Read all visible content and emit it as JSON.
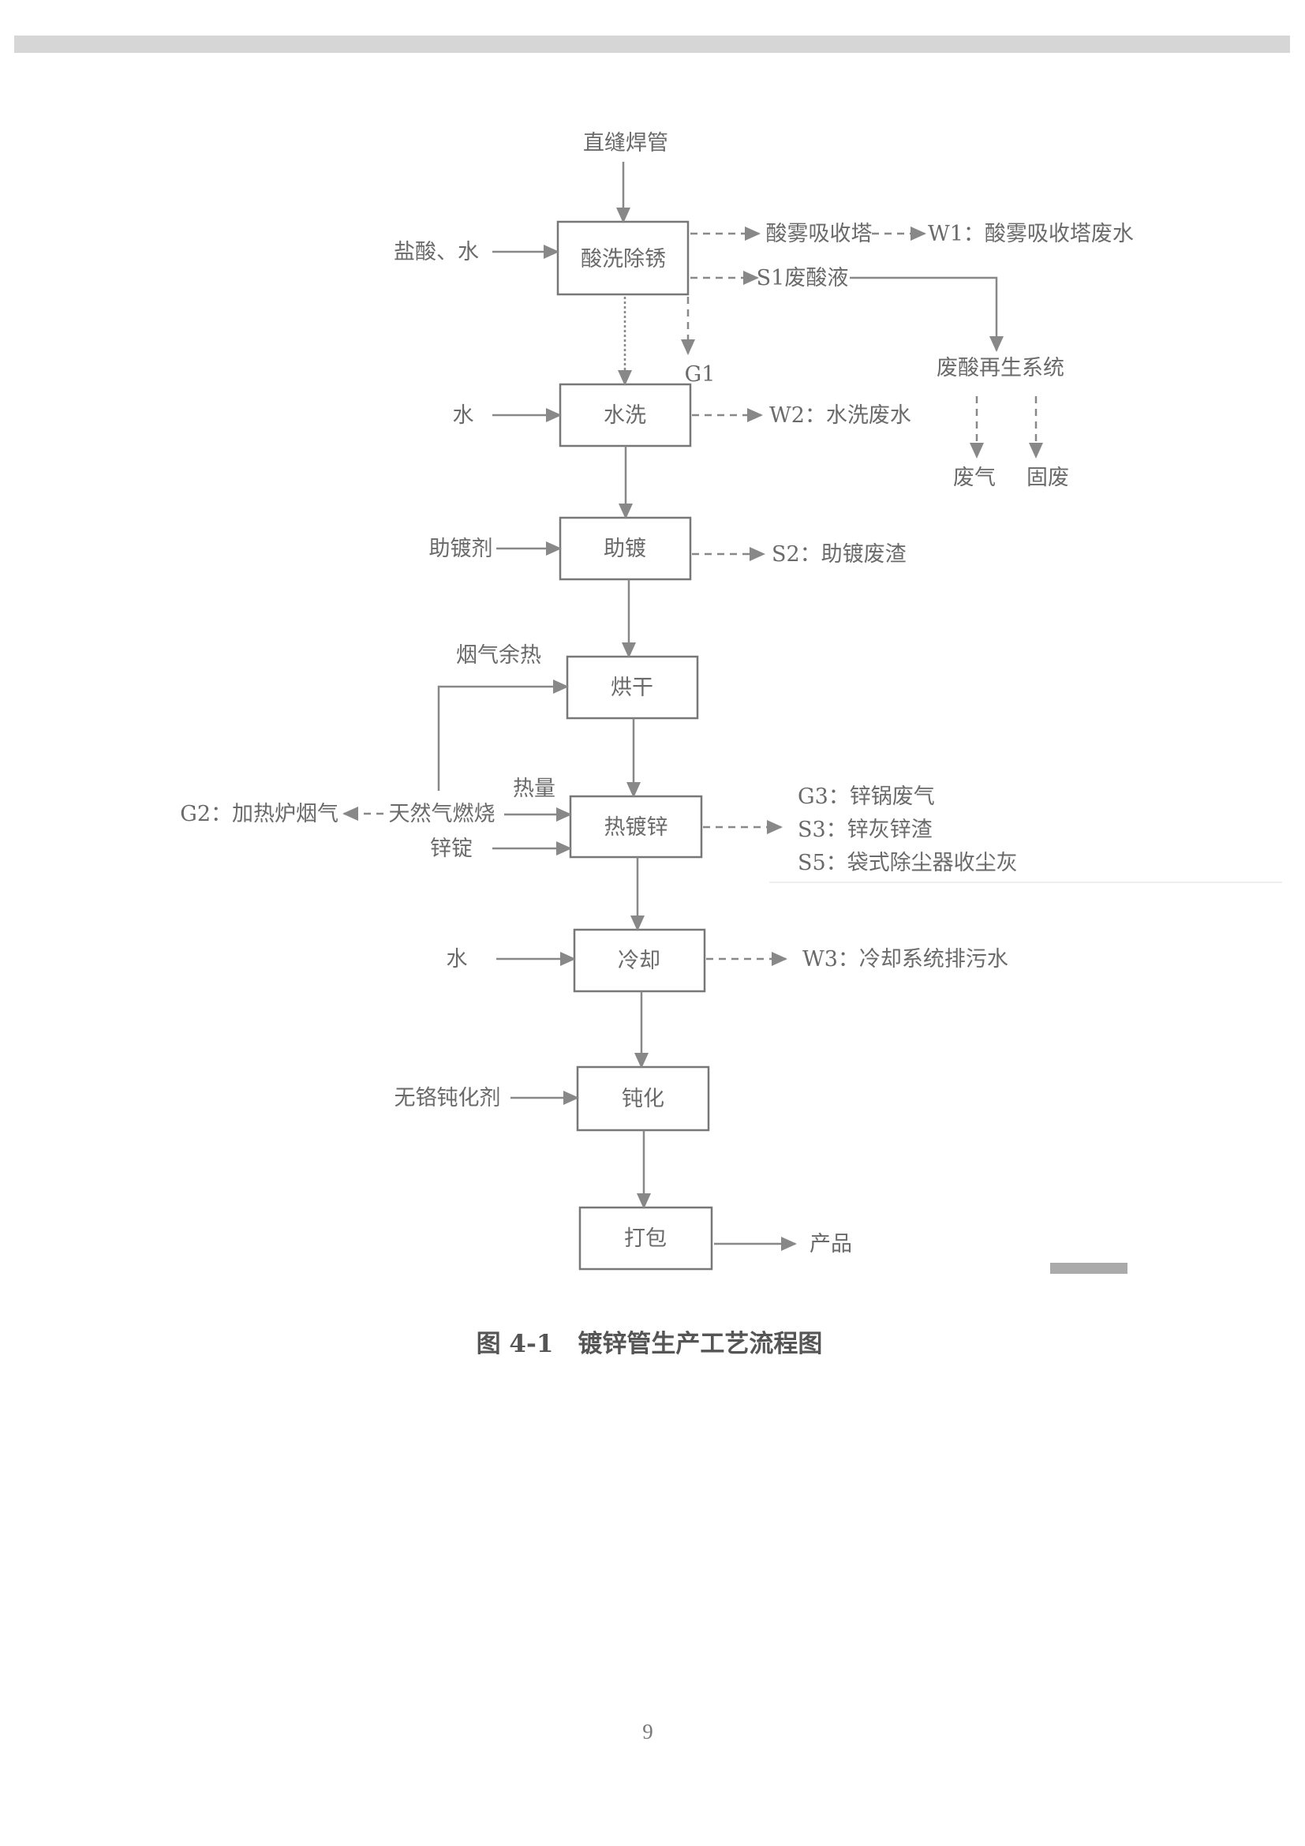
{
  "diagram": {
    "input": "直缝焊管",
    "steps": [
      "酸洗除锈",
      "水洗",
      "助镀",
      "烘干",
      "热镀锌",
      "冷却",
      "钝化",
      "打包"
    ],
    "inputs": {
      "pickling": "盐酸、水",
      "washing": "水",
      "fluxing": "助镀剂",
      "drying": "烟气余热",
      "galv_heat": "热量",
      "galv_fuel": "天然气燃烧",
      "galv_zinc": "锌锭",
      "cooling": "水",
      "passivation": "无铬钝化剂"
    },
    "outputs": {
      "acid_tower": "酸雾吸收塔",
      "w1": "W1：酸雾吸收塔废水",
      "s1": "S1废酸液",
      "regen": "废酸再生系统",
      "regen_gas": "废气",
      "regen_solid": "固废",
      "g1": "G1",
      "w2": "W2：水洗废水",
      "s2": "S2：助镀废渣",
      "g2": "G2：加热炉烟气",
      "g3": "G3：锌锅废气",
      "s3": "S3：锌灰锌渣",
      "s5": "S5：袋式除尘器收尘灰",
      "w3": "W3：冷却系统排污水",
      "product": "产品"
    }
  },
  "caption": "图 4-1　镀锌管生产工艺流程图",
  "page_number": "9"
}
